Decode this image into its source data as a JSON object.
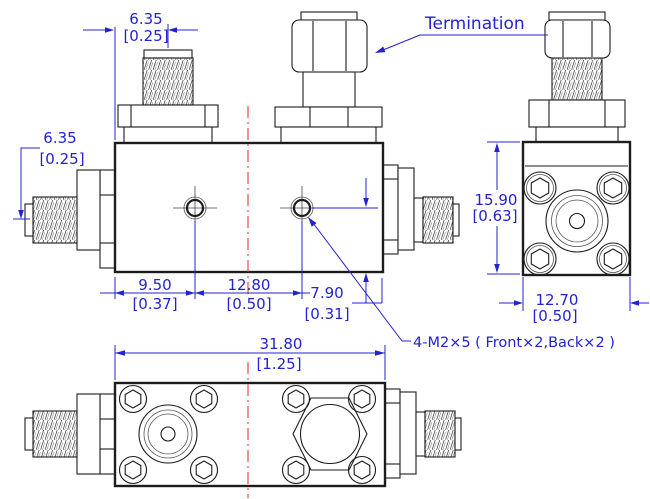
{
  "labels": {
    "termination": "Termination",
    "mounting_note": "4-M2×5 ( Front×2,Back×2 )"
  },
  "dimensions": {
    "top_connector_offset": {
      "mm": "6.35",
      "inch": "[0.25]"
    },
    "side_connector_offset": {
      "mm": "6.35",
      "inch": "[0.25]"
    },
    "body_height": {
      "mm": "15.90",
      "inch": "[0.63]"
    },
    "body_depth": {
      "mm": "12.70",
      "inch": "[0.50]"
    },
    "hole1_offset": {
      "mm": "9.50",
      "inch": "[0.37]"
    },
    "hole_spacing": {
      "mm": "12.80",
      "inch": "[0.50]"
    },
    "hole_edge_distance": {
      "mm": "7.90",
      "inch": "[0.31]"
    },
    "body_length": {
      "mm": "31.80",
      "inch": "[1.25]"
    }
  },
  "colors": {
    "dimension_blue": "#2323cf",
    "centerline_red": "#ee3a3a",
    "line_black": "#1c1c1c",
    "background": "#ffffff"
  }
}
